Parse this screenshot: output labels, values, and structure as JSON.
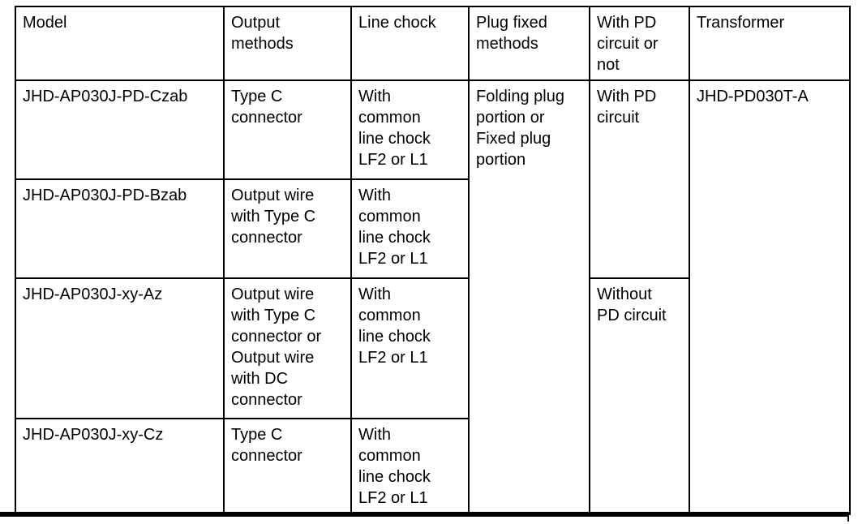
{
  "header": {
    "model": "Model",
    "output_methods": "Output\nmethods",
    "line_chock": "Line chock",
    "plug_fixed": "Plug fixed\nmethods",
    "pd_circuit": "With PD\ncircuit or\nnot",
    "transformer": "Transformer"
  },
  "rows": [
    {
      "model": "JHD-AP030J-PD-Czab",
      "output_methods": "Type C\nconnector",
      "line_chock": "With\ncommon\nline chock\nLF2 or L1"
    },
    {
      "model": "JHD-AP030J-PD-Bzab",
      "output_methods": "Output wire\nwith Type C\nconnector",
      "line_chock": "With\ncommon\nline chock\nLF2 or L1"
    },
    {
      "model": "JHD-AP030J-xy-Az",
      "output_methods": "Output wire\nwith Type C\nconnector or\nOutput wire\nwith DC\nconnector",
      "line_chock": "With\ncommon\nline chock\nLF2 or L1"
    },
    {
      "model": "JHD-AP030J-xy-Cz",
      "output_methods": "Type C\nconnector",
      "line_chock": "With\ncommon\nline chock\nLF2 or L1"
    }
  ],
  "merged": {
    "plug_fixed": "Folding plug\nportion or\nFixed plug\nportion",
    "pd_with": "With PD\ncircuit",
    "pd_without": "Without\nPD circuit",
    "transformer": "JHD-PD030T-A"
  }
}
